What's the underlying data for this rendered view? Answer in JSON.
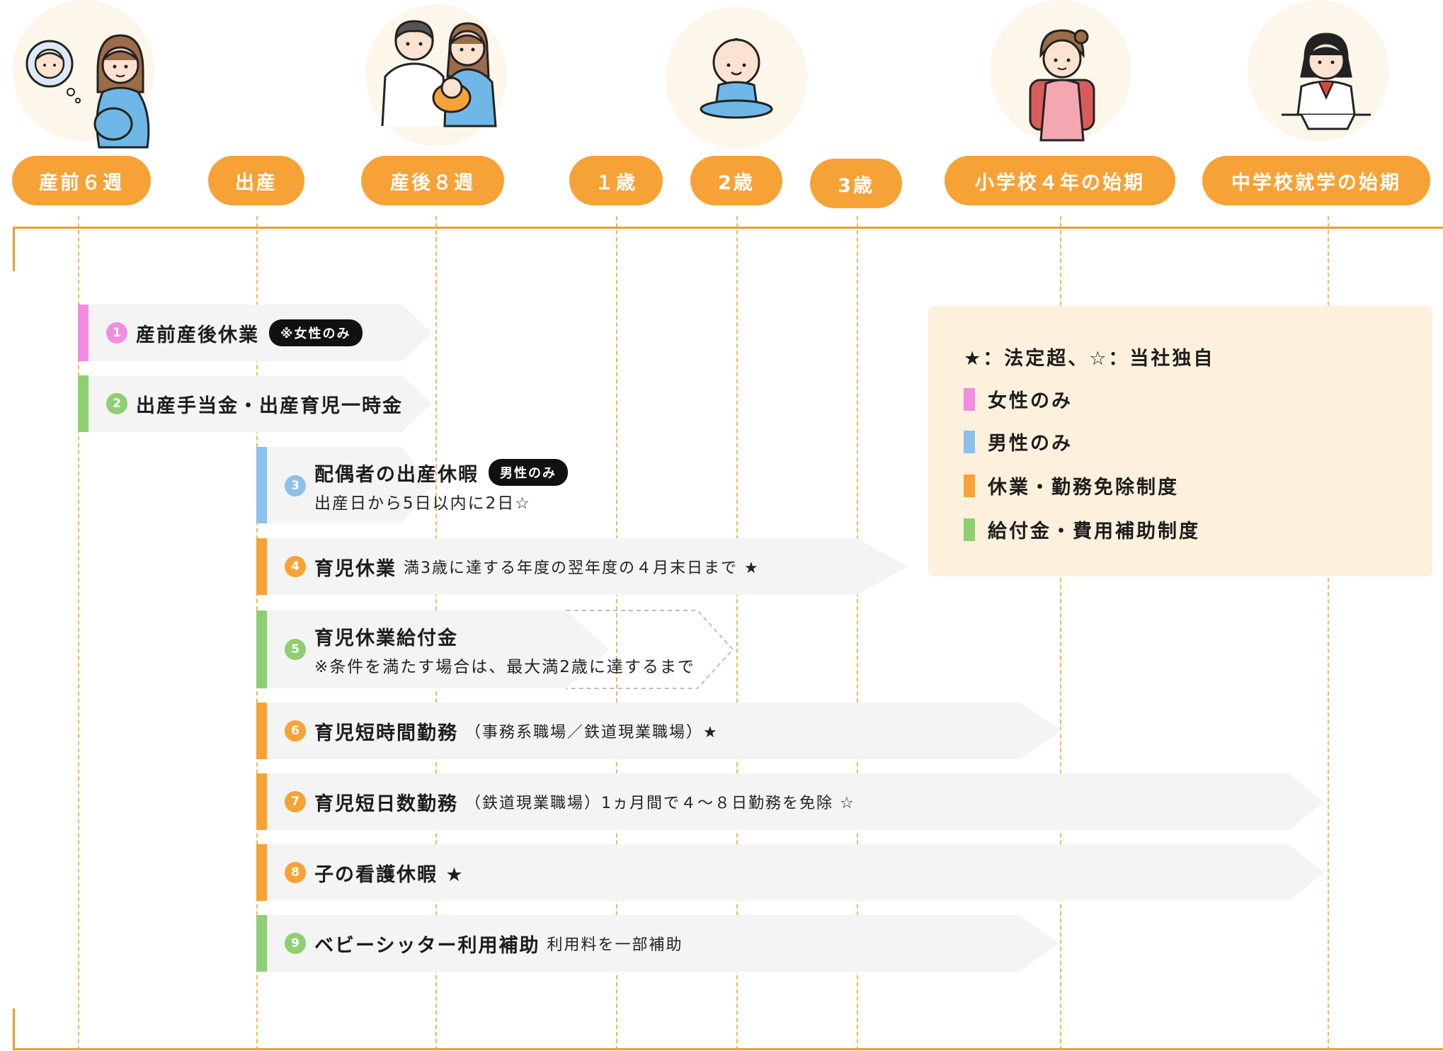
{
  "colors": {
    "orange": "#f7a236",
    "pink": "#ef8de0",
    "blue": "#8cc0ec",
    "green": "#8dcf72",
    "bar_bg": "#f4f4f4"
  },
  "milestones": [
    {
      "label": "産前６週"
    },
    {
      "label": "出産"
    },
    {
      "label": "産後８週"
    },
    {
      "label": "１歳"
    },
    {
      "label": "2歳"
    },
    {
      "label": "3歳"
    },
    {
      "label": "小学校４年の始期"
    },
    {
      "label": "中学校就学の始期"
    }
  ],
  "items": [
    {
      "num": "1",
      "title": "産前産後休業",
      "badge": "※女性のみ",
      "category": "pink"
    },
    {
      "num": "2",
      "title": "出産手当金・出産育児一時金",
      "category": "green"
    },
    {
      "num": "3",
      "title": "配偶者の出産休暇",
      "badge": "男性のみ",
      "subline": "出産日から5日以内に2日☆",
      "category": "blue"
    },
    {
      "num": "4",
      "title": "育児休業",
      "note": "満3歳に達する年度の翌年度の４月末日まで ★",
      "category": "orange"
    },
    {
      "num": "5",
      "title": "育児休業給付金",
      "subline": "※条件を満たす場合は、最大満2歳に達するまで",
      "category": "green"
    },
    {
      "num": "6",
      "title": "育児短時間勤務",
      "note": "（事務系職場／鉄道現業職場）★",
      "category": "orange"
    },
    {
      "num": "7",
      "title": "育児短日数勤務",
      "note": "（鉄道現業職場）1ヵ月間で４～８日勤務を免除 ☆",
      "category": "orange"
    },
    {
      "num": "8",
      "title": "子の看護休暇 ★",
      "category": "orange"
    },
    {
      "num": "9",
      "title": "ベビーシッター利用補助",
      "note": "利用料を一部補助",
      "category": "green"
    }
  ],
  "legend": {
    "header": "★：法定超、☆：当社独自",
    "rows": [
      {
        "label": "女性のみ",
        "color": "pink"
      },
      {
        "label": "男性のみ",
        "color": "blue"
      },
      {
        "label": "休業・勤務免除制度",
        "color": "orange"
      },
      {
        "label": "給付金・費用補助制度",
        "color": "green"
      }
    ]
  }
}
